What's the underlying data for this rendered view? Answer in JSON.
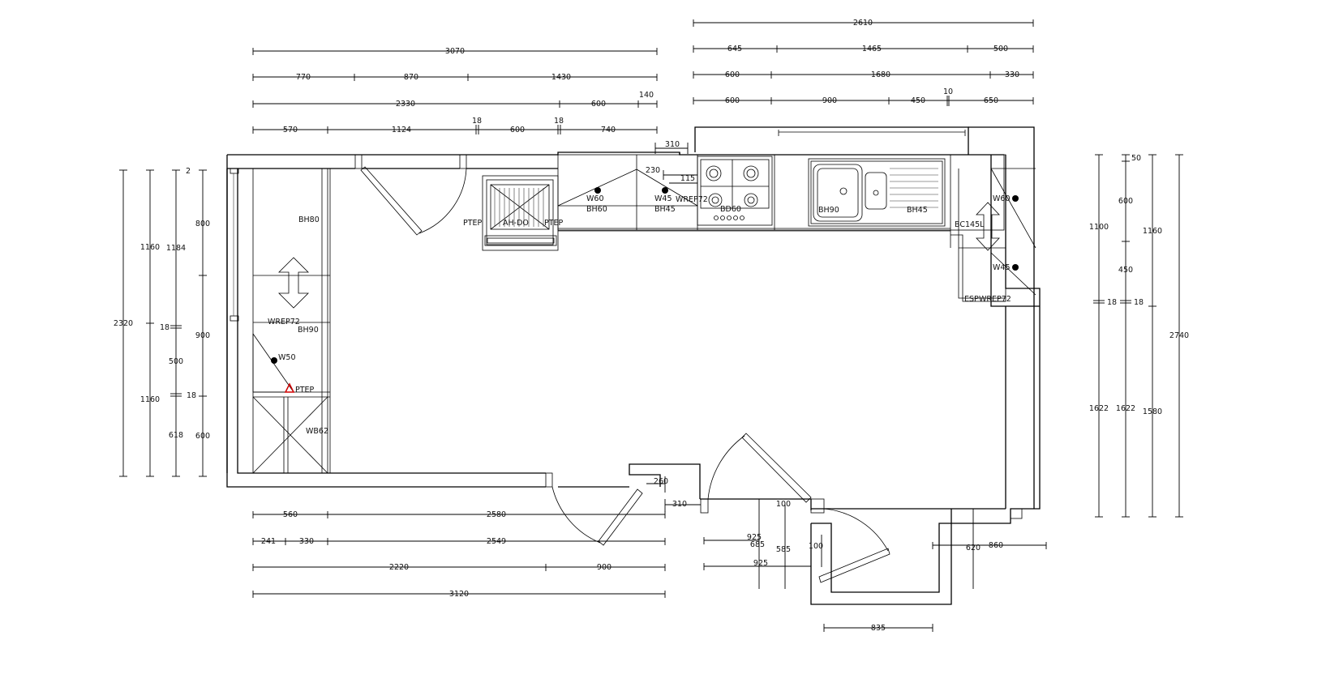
{
  "dimensions": {
    "top_right_rows": [
      [
        "2610"
      ],
      [
        "645",
        "1465",
        "500"
      ],
      [
        "600",
        "1680",
        "330"
      ],
      [
        "600",
        "900",
        "450",
        "10",
        "650"
      ]
    ],
    "top_left_rows": [
      [
        "3070"
      ],
      [
        "770",
        "870",
        "1430"
      ],
      [
        "2330",
        "600",
        "140"
      ],
      [
        "570",
        "1124",
        "18",
        "600",
        "18",
        "740"
      ]
    ],
    "top_small": [
      "310",
      "230",
      "115"
    ],
    "left_columns": [
      [
        "2320"
      ],
      [
        "1160",
        "1160"
      ],
      [
        "1184",
        "18",
        "500",
        "18",
        "618"
      ],
      [
        "2",
        "800",
        "900",
        "600"
      ]
    ],
    "right_columns": [
      [
        "1100",
        "18",
        "1622"
      ],
      [
        "50",
        "600",
        "450",
        "18",
        "1622"
      ],
      [
        "1160",
        "1580"
      ],
      [
        "2740"
      ]
    ],
    "bottom_rows": [
      [
        "560",
        "2580"
      ],
      [
        "241",
        "330",
        "2549"
      ],
      [
        "2220",
        "900"
      ],
      [
        "3120"
      ]
    ],
    "bottom_small": [
      "260",
      "310",
      "100",
      "925",
      "685",
      "585",
      "100",
      "925",
      "620",
      "860",
      "835"
    ]
  },
  "labels": {
    "bh80": "BH80",
    "wrep72_left": "WREP72",
    "bh90_left": "BH90",
    "w50": "W50",
    "ptep_left": "PTEP",
    "wb62": "WB62",
    "ptep_a": "PTEP",
    "ah_do": "AH-DO",
    "ptep_b": "PTEP",
    "w60_top": "W60",
    "bh60": "BH60",
    "w45_top": "W45",
    "wrep72_top": "WREP72",
    "bh45_a": "BH45",
    "bd60": "BD60",
    "bh90_top": "BH90",
    "bh45_b": "BH45",
    "bc145l": "BC145L",
    "w60_right": "W60",
    "w45_right": "W45",
    "esp": "ESP",
    "wrep72_right": "WREP72"
  }
}
